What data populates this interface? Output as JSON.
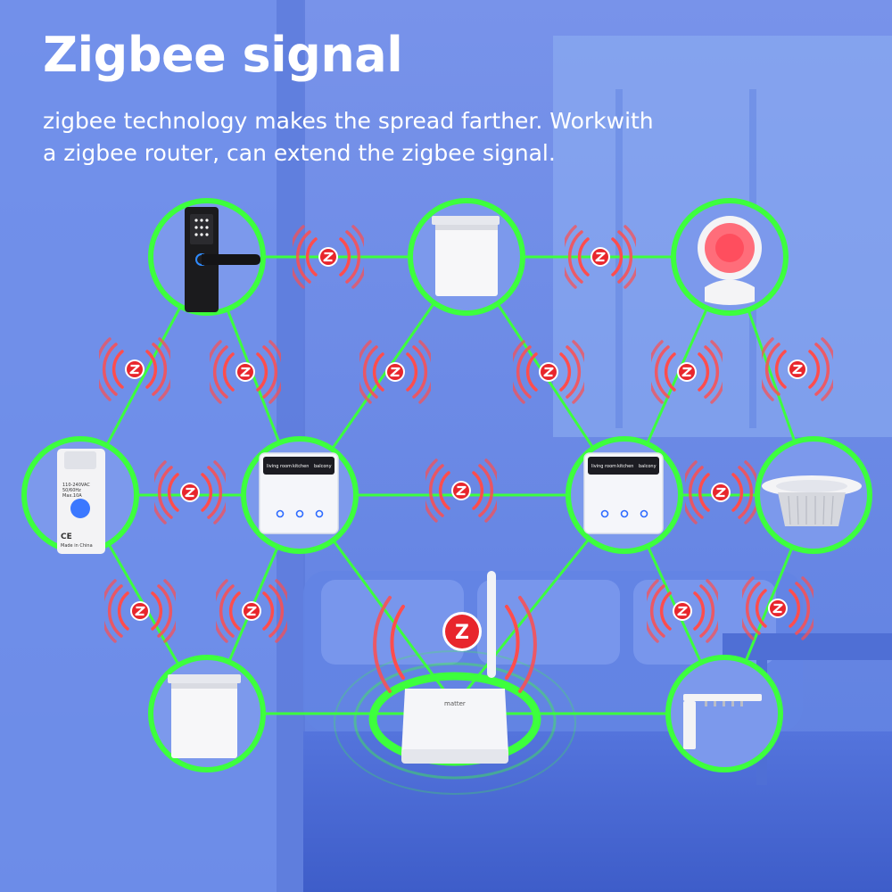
{
  "header": {
    "title": "Zigbee signal",
    "description": "zigbee technology makes the spread farther. Workwith a zigbee router, can extend the zigbee signal."
  },
  "colors": {
    "background": "#6f8fe8",
    "node_ring": "#3dff3d",
    "link_line": "#3dff3d",
    "signal_wave": "#ff4d4d",
    "zigbee_badge": "#e8262c"
  },
  "devices": {
    "smart_lock": {
      "icon": "smart-lock-icon"
    },
    "curtain_motor_top": {
      "icon": "curtain-motor-icon"
    },
    "pir_sensor": {
      "icon": "motion-sensor-icon"
    },
    "relay_module": {
      "icon": "relay-module-icon",
      "label_lines": [
        "110-240VAC",
        "50/60Hz",
        "Max.10A",
        "CE",
        "Made in China"
      ]
    },
    "wall_switch_left": {
      "icon": "wall-switch-icon",
      "buttons": [
        "living room",
        "kitchen",
        "balcony"
      ]
    },
    "wall_switch_right": {
      "icon": "wall-switch-icon",
      "buttons": [
        "living room",
        "kitchen",
        "balcony"
      ]
    },
    "downlight": {
      "icon": "downlight-icon"
    },
    "curtain_motor_bottom": {
      "icon": "curtain-motor-icon"
    },
    "curtain_track": {
      "icon": "curtain-track-icon"
    },
    "gateway": {
      "icon": "zigbee-gateway-icon",
      "brand": "matter",
      "badge": "Z"
    }
  },
  "signal": {
    "badge_letter": "Z",
    "badge_icon": "zigbee-logo-icon"
  }
}
